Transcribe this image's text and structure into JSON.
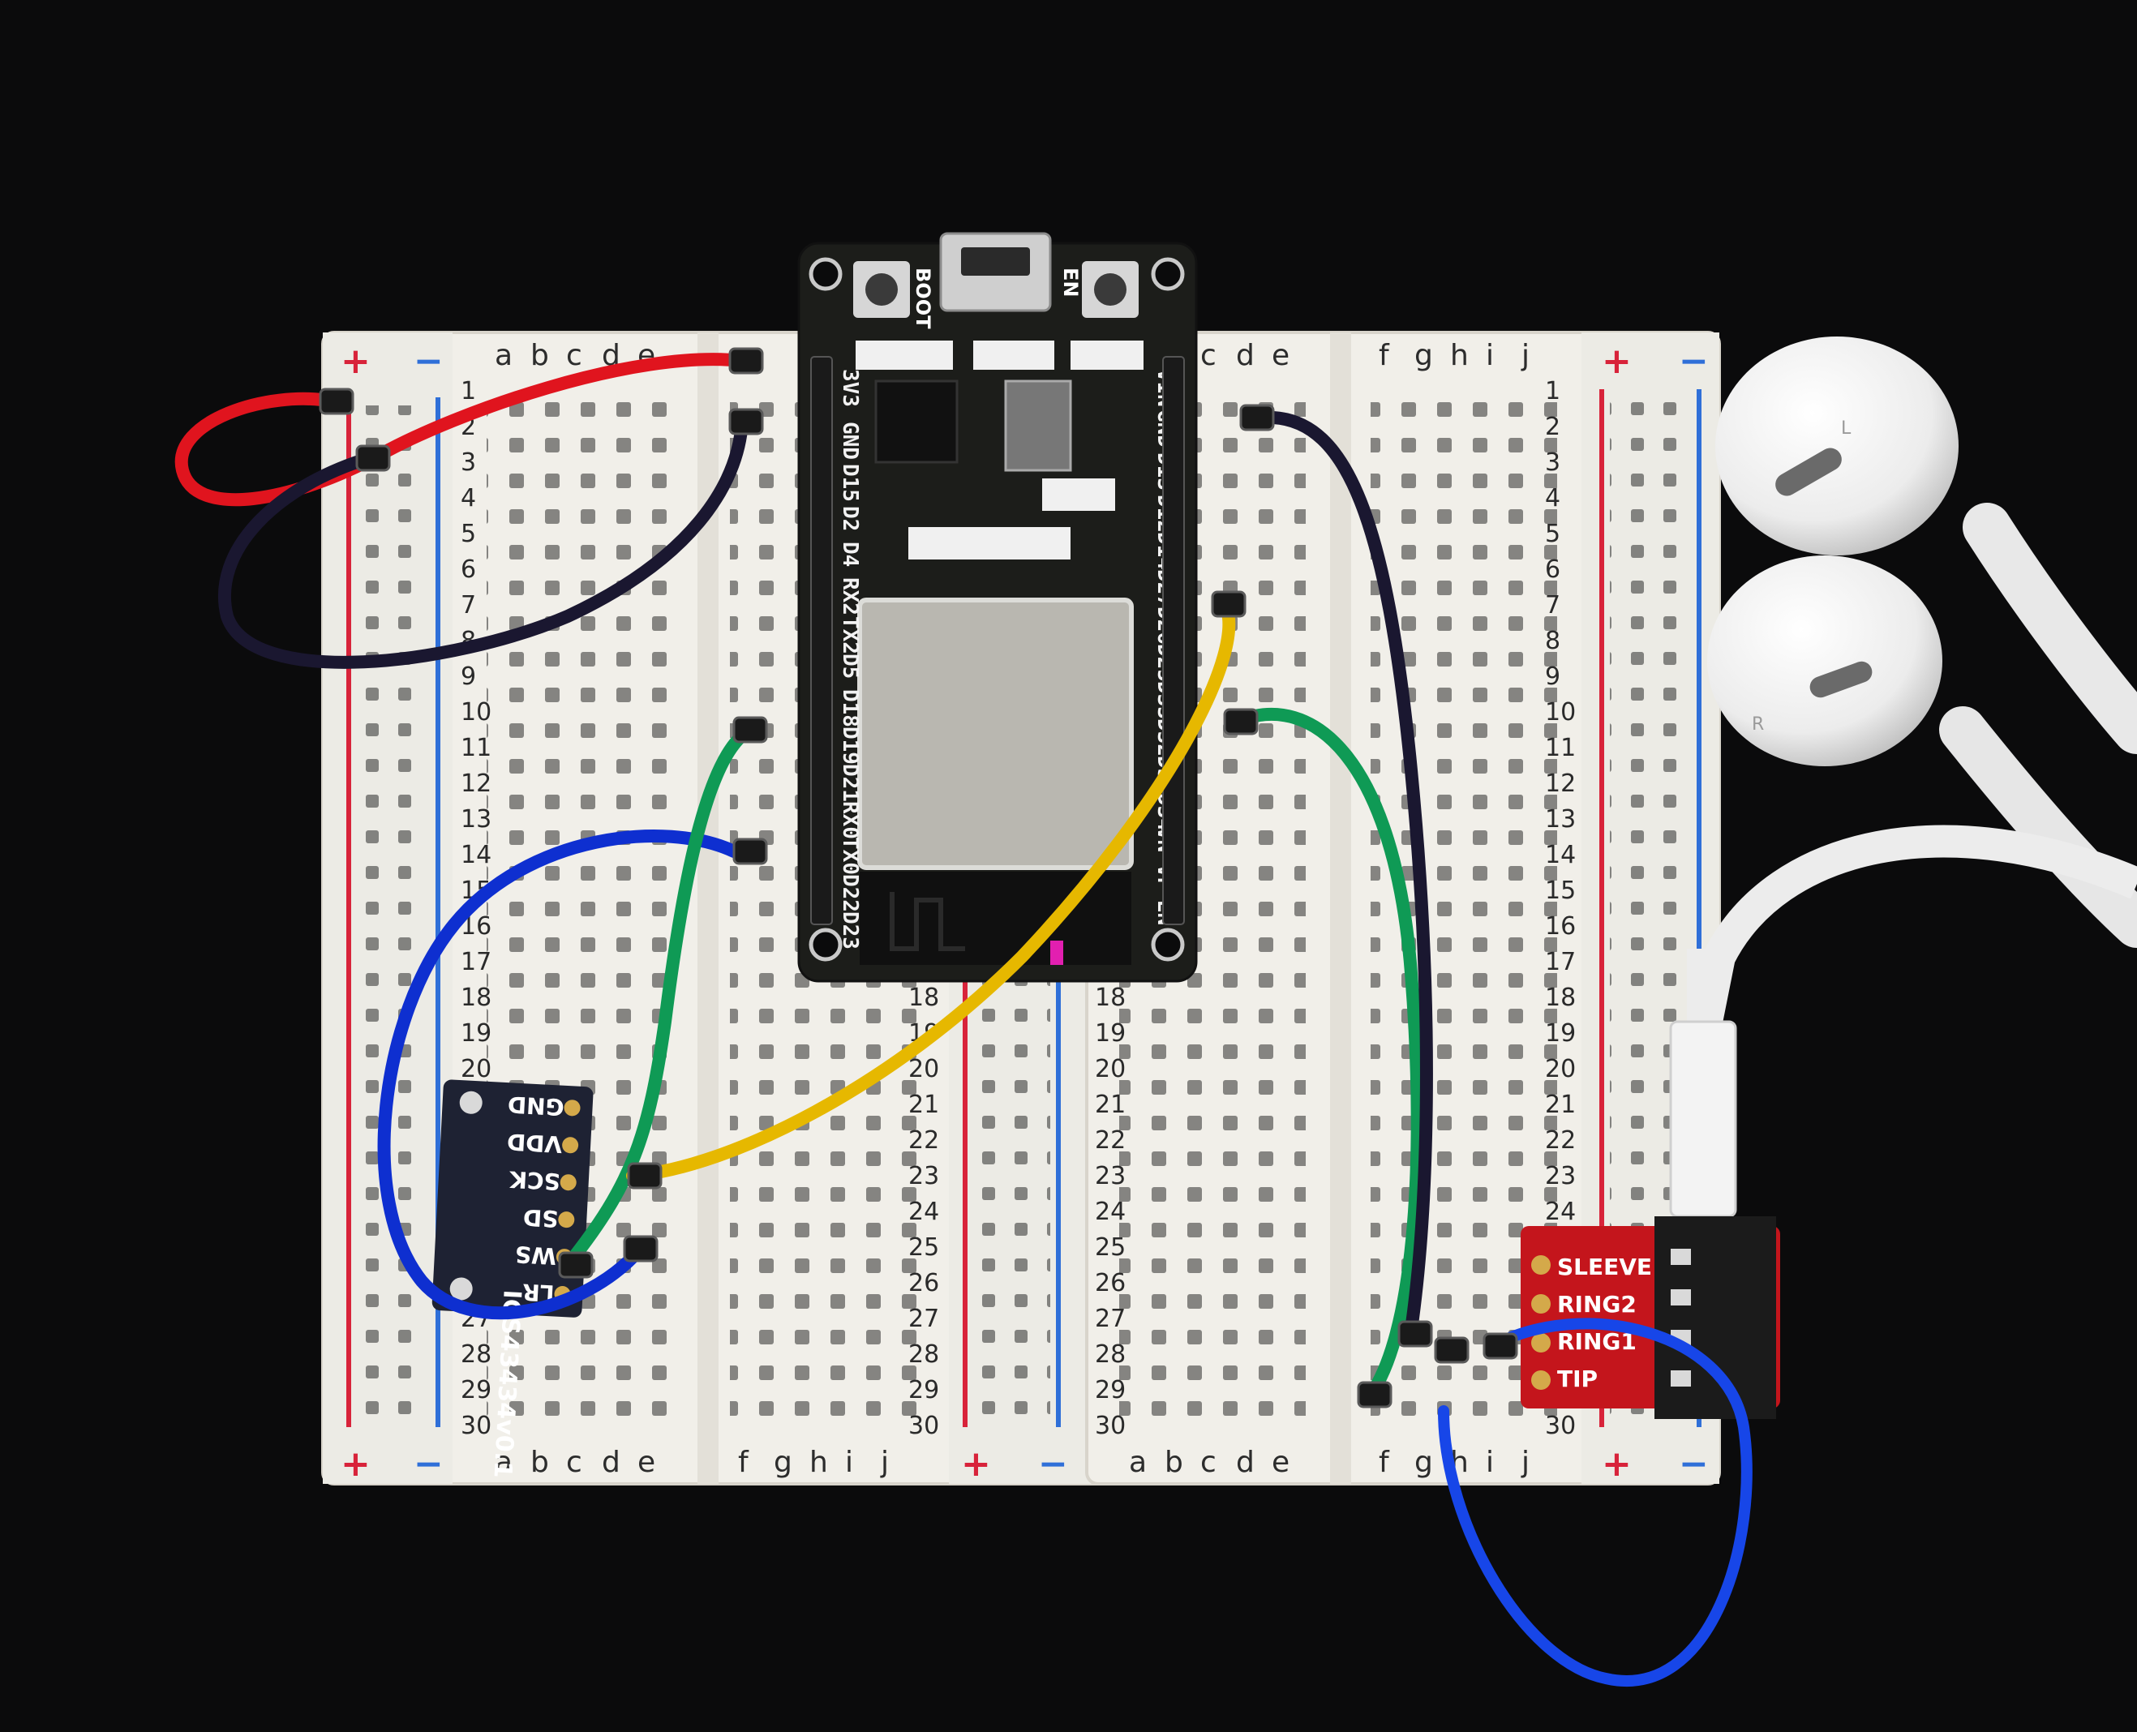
{
  "breadboard": {
    "columns_left": [
      "a",
      "b",
      "c",
      "d",
      "e"
    ],
    "columns_right": [
      "f",
      "g",
      "h",
      "i",
      "j"
    ],
    "row_count": 30,
    "rail_plus": "+",
    "rail_minus": "−"
  },
  "esp32": {
    "buttons": {
      "boot": "BOOT",
      "en": "EN"
    },
    "pins_left": [
      "3V3",
      "GND",
      "D15",
      "D2",
      "D4",
      "RX2",
      "TX2",
      "D5",
      "D18",
      "D19",
      "D21",
      "RX0",
      "TX0",
      "D22",
      "D23"
    ],
    "pins_right": [
      "VIN",
      "GND",
      "D13",
      "D12",
      "D14",
      "D27",
      "D26",
      "D25",
      "D33",
      "D32",
      "D35",
      "D34",
      "VN",
      "VP",
      "EN"
    ]
  },
  "mic_module": {
    "title": "ICS43434v0.1",
    "pins": [
      "GND",
      "VDD",
      "SCK",
      "SD",
      "WS",
      "LR"
    ]
  },
  "audio_jack": {
    "pins": [
      "SLEEVE",
      "RING2",
      "RING1",
      "TIP"
    ]
  },
  "earbuds": {
    "left_mark": "L",
    "right_mark": "R"
  },
  "colors": {
    "wire_red": "#e0141e",
    "wire_black": "#1a1730",
    "wire_blue": "#0e2fd0",
    "wire_green": "#0f9a55",
    "wire_yellow": "#e6b800",
    "wire_bright_blue": "#1746e8",
    "pcb_black": "#1c1d1a",
    "pcb_red": "#c4151c"
  }
}
